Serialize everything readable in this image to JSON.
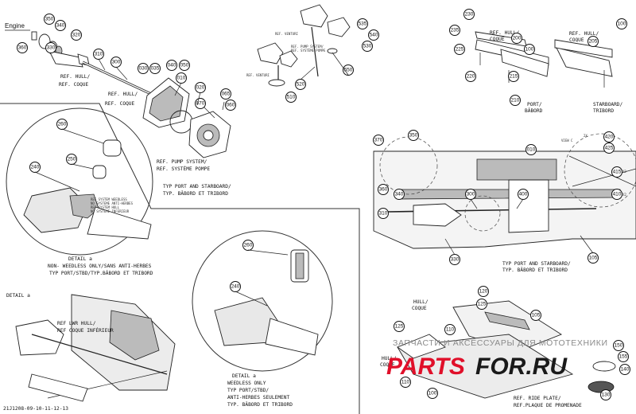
{
  "diagram_id": "21J1208-09-10-11-12-13",
  "labels": {
    "engine": "Engine",
    "ref_hull": "REF. HULL/",
    "ref_coque": "REF. COQUE",
    "ref_hull_2": "REF. HULL/",
    "ref_coque_2": "COQUE",
    "ref_pump_1": "REF. PUMP SYSTEM/",
    "ref_pump_2": "REF. SYSTÈME POMPE",
    "typ_port_starboard": "TYP PORT AND STARBOARD/",
    "typ_babord_tribord": "TYP. BÂBORD ET TRIBORD",
    "ref_venturi": "REF. VENTURI",
    "ref_pump_small_1": "REF. PUMP SYSTEM/",
    "ref_pump_small_2": "REF. SYSTÈME POMPE",
    "ref_venturi_2": "REF. VENTURI",
    "port_1": "PORT/",
    "port_2": "BÂBORD",
    "starboard_1": "STARBOARD/",
    "starboard_2": "TRIBORD",
    "ref_coque_top": "REF. COQUE",
    "ref_coque_top2": "REF. COQUE",
    "view_c": "VIEW C",
    "x2_420": "2X",
    "x2_415": "X2",
    "x2_410": "X2",
    "typ_port_starboard_2": "TYP PORT AND STARBOARD/",
    "typ_babord_tribord_2": "TYP. BÂBORD ET TRIBORD",
    "detail_a": "DETAIL a",
    "non_weedless_1": "NON- WEEDLESS ONLY/SANS ANTI-HERBES",
    "non_weedless_2": "TYP PORT/STBD/TYP.BÂBORD ET TRIBORD",
    "detail_a_small": "DETAIL a",
    "ref_lwr_hull": "REF LWR HULL/",
    "ref_coque_inf": "REF COQUE INFÉRIEUR",
    "detail_a_2": "DETAIL a",
    "weedless_1": "WEEDLESS ONLY",
    "weedless_2": "TYP PORT/STBD/",
    "weedless_3": "ANTI-HERBES SEULEMENT",
    "weedless_4": "TYP. BÂBORD ET TRIBORD",
    "hull_coque_1": "HULL/",
    "hull_coque_2": "COQUE",
    "hull_coque_3": "HULL/",
    "hull_coque_4": "COQUE",
    "ref_ride_1": "REF. RIDE PLATE/",
    "ref_ride_2": "REF.PLAQUE DE PROMENADE",
    "small_note_1": "REF SYSTEM WEEDLESS",
    "small_note_2": "NO SYSTEME ANTI-HERBES",
    "small_note_3": "REF SYSTEM HULL",
    "small_note_4": "NO SYSTEME INFERIEUR"
  },
  "watermark": {
    "text": "ЗАПЧАСТИ И АКСЕССУАРЫ ДЛЯ МОТОТЕХНИКИ",
    "logo_left": "PARTS",
    "logo_right": "FOR.RU"
  },
  "callouts": {
    "c360": "360",
    "c350a": "350",
    "c340a": "340",
    "c320": "320",
    "c330": "330",
    "c310a": "310",
    "c300a": "300",
    "c030": "030",
    "c035": "035",
    "c040": "040",
    "c050": "050",
    "c010a": "010",
    "c020": "020",
    "c070": "070",
    "c060": "060",
    "c065": "065",
    "c535": "535",
    "c540": "540",
    "c530": "530",
    "c550": "550",
    "c520": "520",
    "c510": "510",
    "c230": "230",
    "c235": "235",
    "c200": "200",
    "c100ref": "100",
    "c225": "225",
    "c220": "220",
    "c215": "215",
    "c210": "210",
    "c205": "205",
    "c100b": "100",
    "c260a": "260",
    "c250": "250",
    "c240a": "240",
    "c370": "370",
    "c350b": "350",
    "c010b": "010",
    "c420": "420",
    "c425": "425",
    "c415": "415",
    "c410": "410",
    "c360b": "360",
    "c340b": "340",
    "c300b": "300",
    "c400": "400",
    "c310b": "310",
    "c330b": "330",
    "c105a": "105",
    "c260b": "260",
    "c240b": "240",
    "c120": "120",
    "c125a": "125",
    "c105b": "105",
    "c125b": "125",
    "c110a": "110",
    "c150": "150",
    "c155": "155",
    "c110b": "110",
    "c140": "140",
    "c130": "130",
    "c100c": "100"
  }
}
